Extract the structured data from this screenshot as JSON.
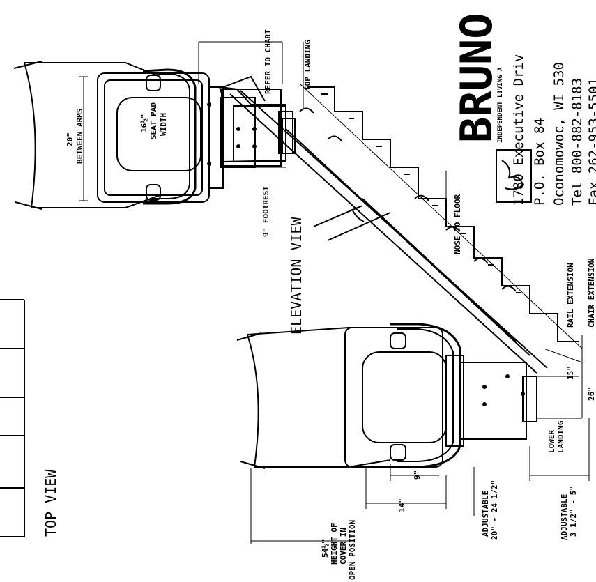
{
  "top_view": {
    "title": "TOP VIEW",
    "between_arms": "20\"",
    "between_arms_label": "BETWEEN ARMS",
    "seat_pad": "16½\"",
    "seat_pad_label1": "SEAT PAD",
    "seat_pad_label2": "WIDTH"
  },
  "elevation_view": {
    "title": "ELEVATION VIEW",
    "refer_to_chart": "REFER TO CHART",
    "top_landing": "TOP LANDING",
    "footrest": "9\" FOOTREST",
    "nose_to_floor": "NOSE TO FLOOR",
    "rail_extension": "RAIL EXTENSION",
    "chair_extension": "CHAIR EXTENSION",
    "rail_ext_value": "15\"",
    "chair_ext_value": "26\"",
    "lower_landing1": "LOWER",
    "lower_landing2": "LANDING",
    "dim_9": "9\"",
    "dim_14": "14\"",
    "adjustable_seat1": "ADJUSTABLE",
    "adjustable_seat2": "20\" - 24 1/2\"",
    "adjustable_foot1": "ADJUSTABLE",
    "adjustable_foot2": "3 1/2\" - 5\"",
    "cover_height1": "54½\"",
    "cover_height2": "HEIGHT OF",
    "cover_height3": "COVER IN",
    "cover_height4": "OPEN POSITION"
  },
  "company": {
    "brand": "BRUNO",
    "tagline": "INDEPENDENT LIVING A",
    "address1": "1780 Executive Driv",
    "address2": "P.O. Box 84",
    "address3": "Oconomowoc, WI 530",
    "phone": "Tel 800-882-8183",
    "fax": "Fax 262-953-5501"
  }
}
